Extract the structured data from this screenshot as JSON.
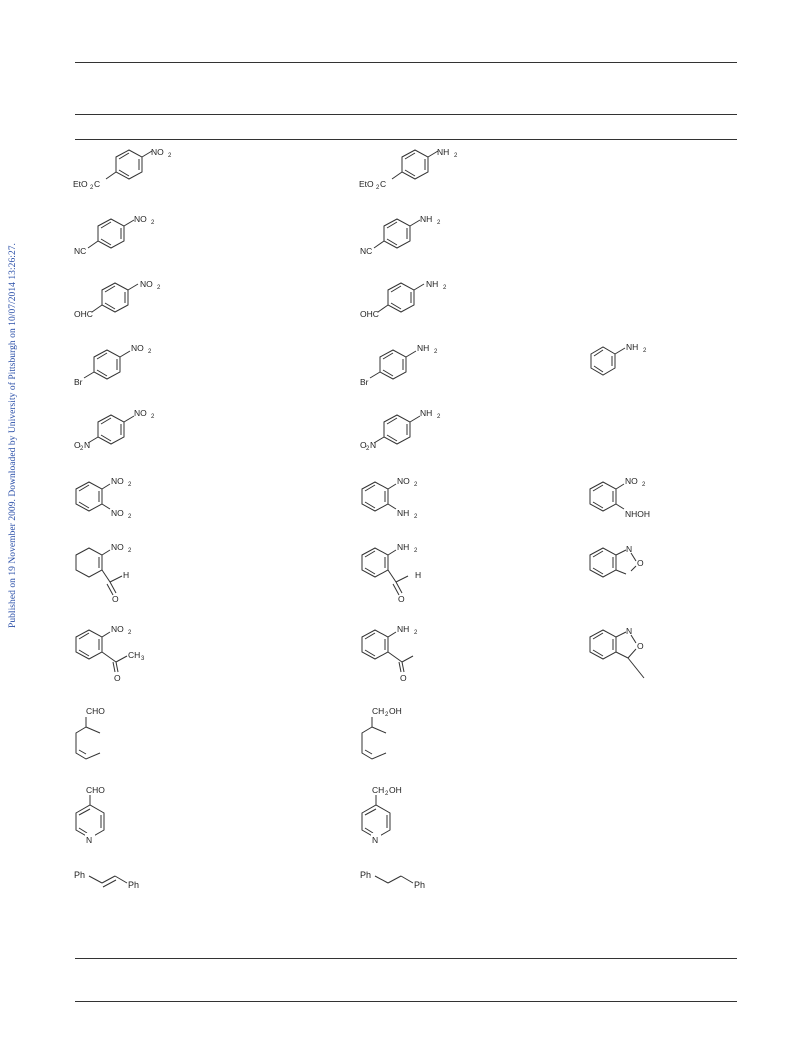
{
  "watermark": "Published on 19 November 2009. Downloaded by University of Pittsburgh on 10/07/2014 13:26:27.",
  "labels": {
    "no2": "NO",
    "nh2": "NH",
    "sub2": "2",
    "eto2c_a": "EtO",
    "eto2c_c": "C",
    "nc": "NC",
    "ohc": "OHC",
    "br": "Br",
    "o2n_a": "O",
    "o2n_b": "N",
    "nhoh": "NHOH",
    "h": "H",
    "o": "O",
    "n": "N",
    "ch3": "CH",
    "sub3": "3",
    "cho": "CHO",
    "ch2oh_a": "CH",
    "ch2oh_b": "OH",
    "ph": "Ph"
  }
}
